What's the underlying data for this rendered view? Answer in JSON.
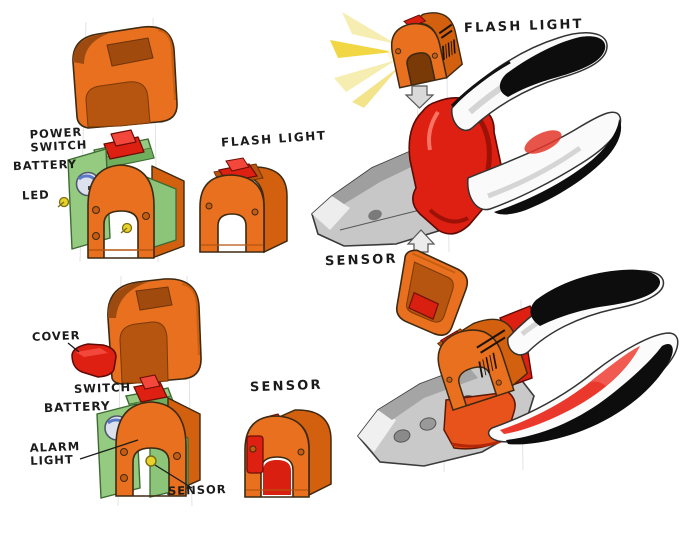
{
  "palette": {
    "orange": "#e8701e",
    "orange_dark": "#d2600f",
    "orange_inner": "#b5550f",
    "red": "#dd2012",
    "red_dark": "#8f0e05",
    "pcb_green": "#95ca81",
    "screw_yellow": "#e6d22b",
    "wire_blue": "#3b54c4",
    "metal_gray": "#c7c7c7",
    "grip_black": "#0d0d0d",
    "outline": "#3d2a12"
  },
  "flashlight_module": {
    "title_label": "FLASH LIGHT",
    "parts": {
      "power_switch": "POWER\nSWITCH",
      "battery": "BATTERY",
      "led": "LED"
    }
  },
  "sensor_module": {
    "title_label": "SENSOR",
    "parts": {
      "cover": "COVER",
      "switch": "SWITCH",
      "battery": "BATTERY",
      "alarm_light": "ALARM\nLIGHT",
      "sensor": "SENSOR"
    }
  },
  "pliers_concept": {
    "flashlight_callout": "FLASH LIGHT",
    "sensor_callout": "SENSOR"
  }
}
